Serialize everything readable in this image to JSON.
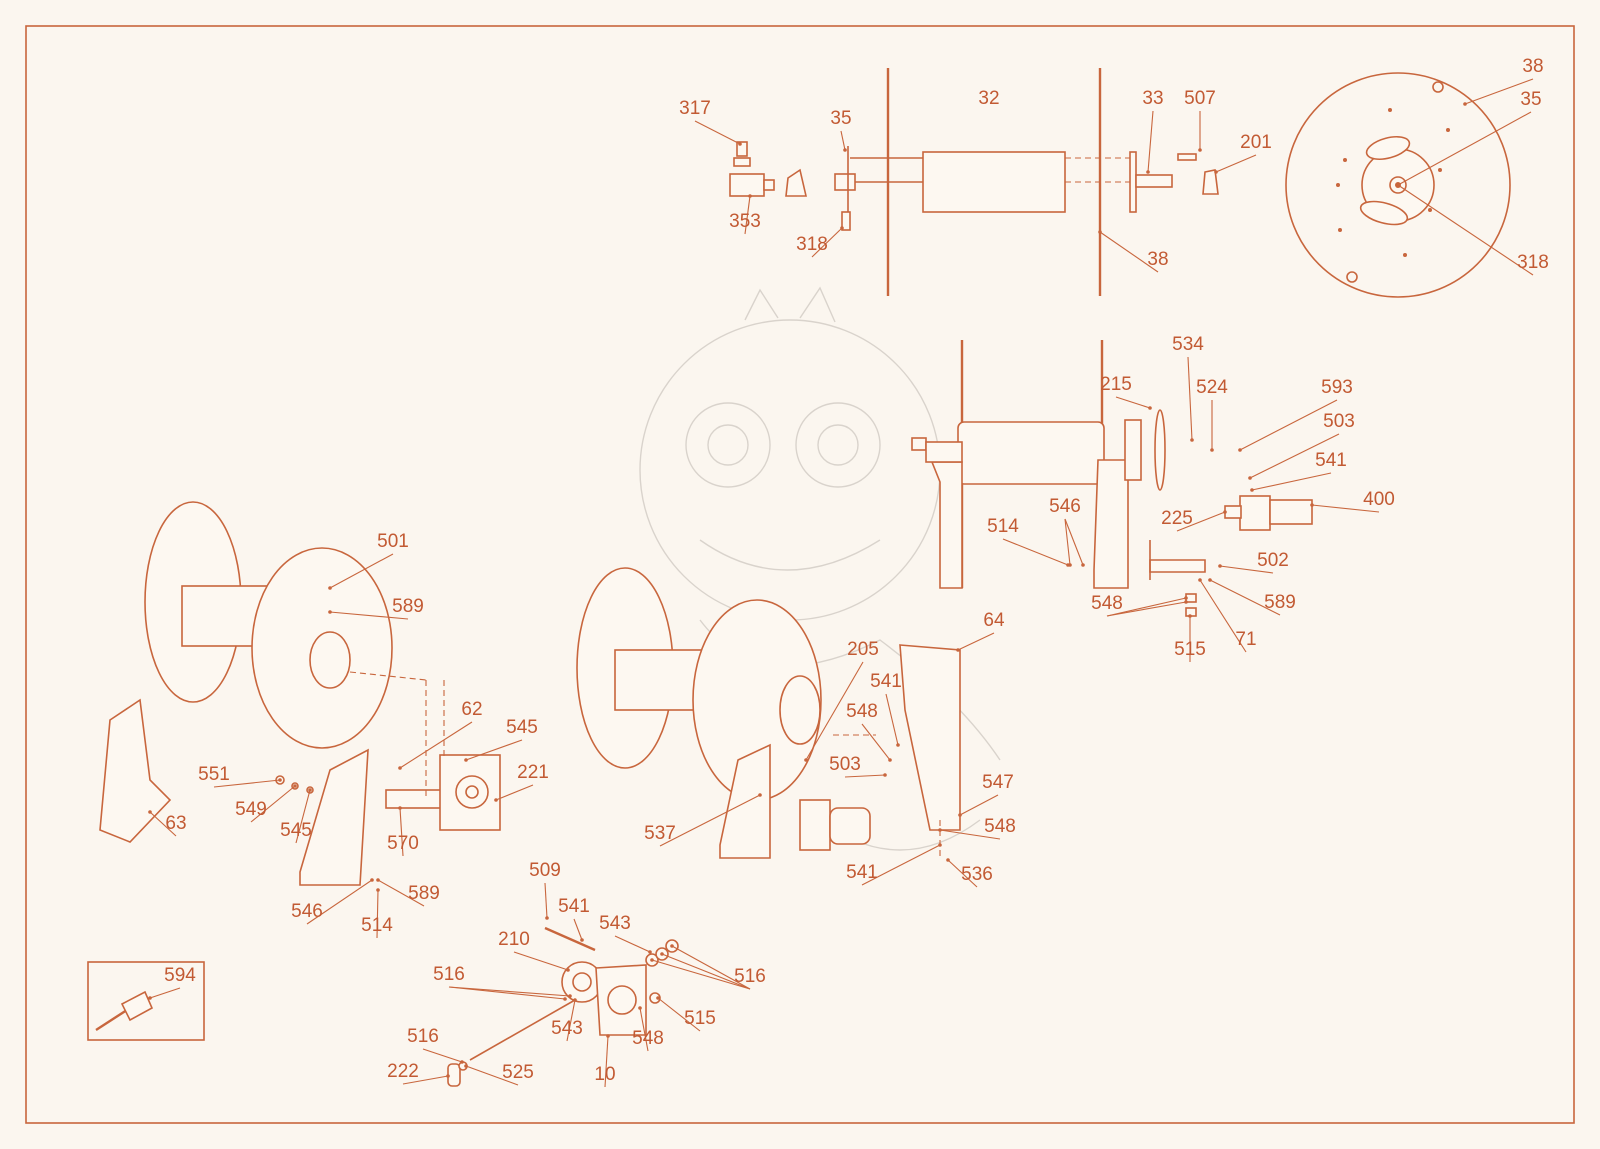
{
  "diagram": {
    "accent_color": "#c8663d",
    "background_color": "#fbf6ef",
    "callouts": [
      {
        "id": "c1",
        "text": "38"
      },
      {
        "id": "c2",
        "text": "35"
      },
      {
        "id": "c3",
        "text": "317"
      },
      {
        "id": "c4",
        "text": "35"
      },
      {
        "id": "c5",
        "text": "32"
      },
      {
        "id": "c6",
        "text": "33"
      },
      {
        "id": "c7",
        "text": "507"
      },
      {
        "id": "c8",
        "text": "201"
      },
      {
        "id": "c9",
        "text": "353"
      },
      {
        "id": "c10",
        "text": "318"
      },
      {
        "id": "c11",
        "text": "38"
      },
      {
        "id": "c12",
        "text": "318"
      },
      {
        "id": "c13",
        "text": "534"
      },
      {
        "id": "c14",
        "text": "215"
      },
      {
        "id": "c15",
        "text": "524"
      },
      {
        "id": "c16",
        "text": "593"
      },
      {
        "id": "c17",
        "text": "503"
      },
      {
        "id": "c18",
        "text": "541"
      },
      {
        "id": "c19",
        "text": "400"
      },
      {
        "id": "c20",
        "text": "225"
      },
      {
        "id": "c21",
        "text": "546"
      },
      {
        "id": "c22",
        "text": "514"
      },
      {
        "id": "c23",
        "text": "502"
      },
      {
        "id": "c24",
        "text": "548"
      },
      {
        "id": "c25",
        "text": "589"
      },
      {
        "id": "c26",
        "text": "71"
      },
      {
        "id": "c27",
        "text": "515"
      },
      {
        "id": "c28",
        "text": "501"
      },
      {
        "id": "c29",
        "text": "589"
      },
      {
        "id": "c30",
        "text": "62"
      },
      {
        "id": "c31",
        "text": "545"
      },
      {
        "id": "c32",
        "text": "221"
      },
      {
        "id": "c33",
        "text": "551"
      },
      {
        "id": "c34",
        "text": "549"
      },
      {
        "id": "c35",
        "text": "545"
      },
      {
        "id": "c36",
        "text": "570"
      },
      {
        "id": "c37",
        "text": "63"
      },
      {
        "id": "c38",
        "text": "589"
      },
      {
        "id": "c39",
        "text": "546"
      },
      {
        "id": "c40",
        "text": "514"
      },
      {
        "id": "c41",
        "text": "64"
      },
      {
        "id": "c42",
        "text": "205"
      },
      {
        "id": "c43",
        "text": "541"
      },
      {
        "id": "c44",
        "text": "548"
      },
      {
        "id": "c45",
        "text": "503"
      },
      {
        "id": "c46",
        "text": "547"
      },
      {
        "id": "c47",
        "text": "548"
      },
      {
        "id": "c48",
        "text": "537"
      },
      {
        "id": "c49",
        "text": "541"
      },
      {
        "id": "c50",
        "text": "536"
      },
      {
        "id": "c51",
        "text": "509"
      },
      {
        "id": "c52",
        "text": "541"
      },
      {
        "id": "c53",
        "text": "543"
      },
      {
        "id": "c54",
        "text": "210"
      },
      {
        "id": "c55",
        "text": "516"
      },
      {
        "id": "c56",
        "text": "516"
      },
      {
        "id": "c57",
        "text": "515"
      },
      {
        "id": "c58",
        "text": "543"
      },
      {
        "id": "c59",
        "text": "548"
      },
      {
        "id": "c60",
        "text": "516"
      },
      {
        "id": "c61",
        "text": "222"
      },
      {
        "id": "c62",
        "text": "525"
      },
      {
        "id": "c63",
        "text": "10"
      },
      {
        "id": "c64",
        "text": "594"
      }
    ]
  }
}
